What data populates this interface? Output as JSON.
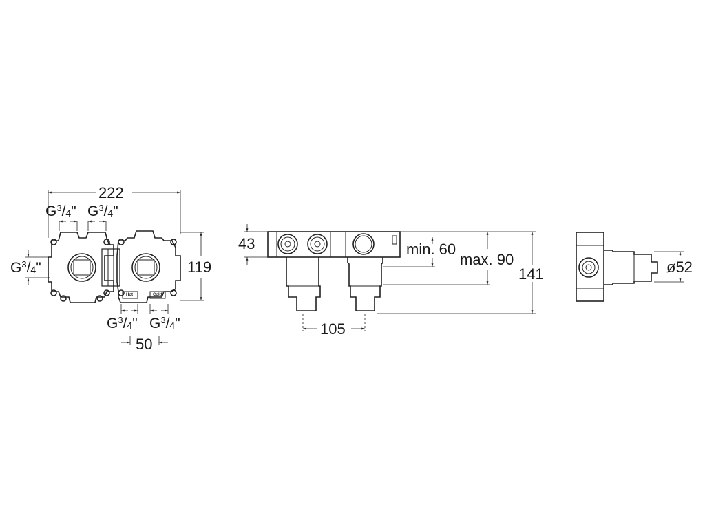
{
  "front_view": {
    "overall_width": "222",
    "height": "119",
    "top_outlet_left": {
      "G": "G",
      "num": "3",
      "den": "4",
      "unit": "\""
    },
    "top_outlet_right": {
      "G": "G",
      "num": "3",
      "den": "4",
      "unit": "\""
    },
    "side_outlet": {
      "G": "G",
      "num": "3",
      "den": "4",
      "unit": "\""
    },
    "bottom_inlet_hot": {
      "G": "G",
      "num": "3",
      "den": "4",
      "unit": "\""
    },
    "bottom_inlet_cold": {
      "G": "G",
      "num": "3",
      "den": "4",
      "unit": "\""
    },
    "inlet_spacing": "50",
    "hot_label": "Hot",
    "cold_label": "Cold"
  },
  "side_view": {
    "body_depth": "43",
    "min_depth": "min. 60",
    "max_depth": "max. 90",
    "total_depth": "141",
    "spacing": "105"
  },
  "end_view": {
    "diameter": "ø52"
  }
}
